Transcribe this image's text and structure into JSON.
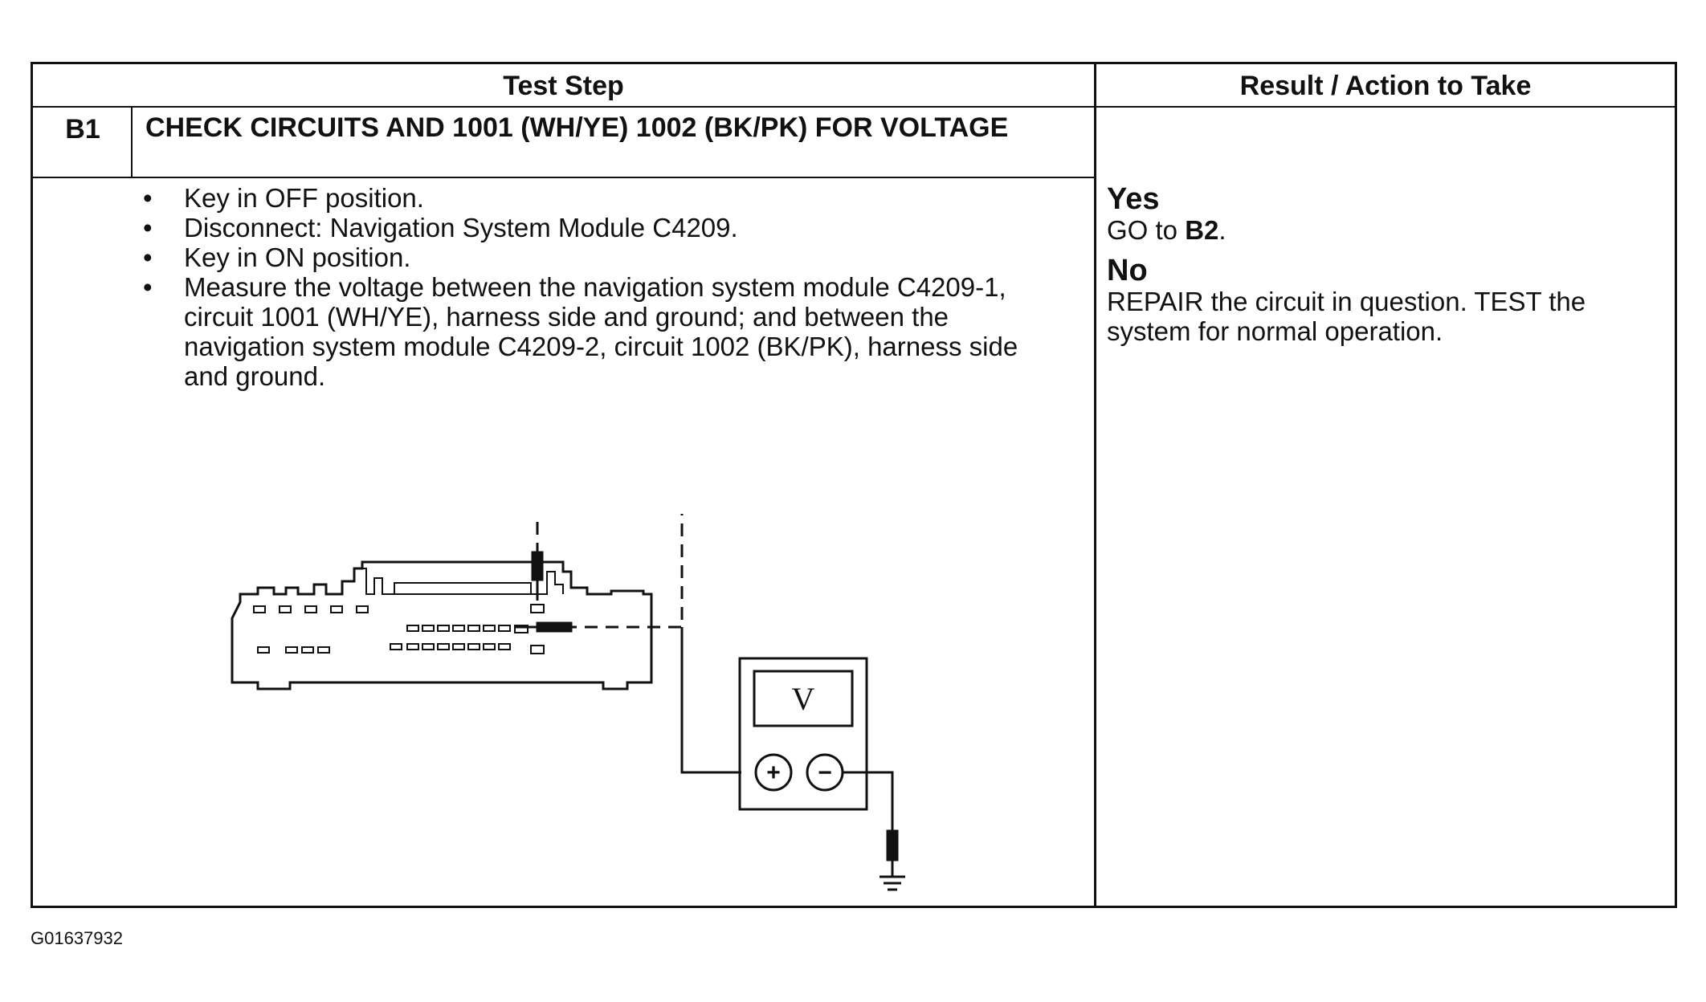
{
  "table": {
    "header_test_step": "Test Step",
    "header_result": "Result / Action to Take",
    "step_id": "B1",
    "step_title": "CHECK CIRCUITS AND 1001 (WH/YE) 1002 (BK/PK) FOR VOLTAGE",
    "instructions": [
      "Key in OFF position.",
      "Disconnect: Navigation System Module C4209.",
      "Key in ON position.",
      "Measure the voltage between the navigation system module C4209-1, circuit 1001 (WH/YE), harness side and ground; and between the navigation system module C4209-2, circuit 1002 (BK/PK), harness side and ground."
    ],
    "result_yes_label": "Yes",
    "result_yes_prefix": "GO to",
    "result_yes_target": "B2",
    "result_yes_suffix": ".",
    "result_no_label": "No",
    "result_no_text": "REPAIR the circuit in question. TEST the system for normal operation."
  },
  "diagram": {
    "meter_symbol": "V",
    "plus_symbol": "+",
    "minus_symbol": "−"
  },
  "figure_id": "G01637932"
}
